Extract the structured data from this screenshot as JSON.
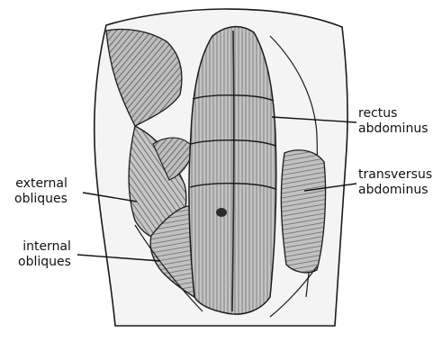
{
  "labels": {
    "rectus": {
      "line1": "rectus",
      "line2": "abdominus"
    },
    "transversus": {
      "line1": "transversus",
      "line2": "abdominus"
    },
    "external": {
      "line1": "external",
      "line2": "obliques"
    },
    "internal": {
      "line1": "internal",
      "line2": "obliques"
    }
  },
  "colors": {
    "outline": "#1a1a1a",
    "muscle_fill": "#bcbcbc",
    "muscle_dark": "#7a7a7a",
    "skin": "#f3f3f3",
    "fascia": "#dcdcdc"
  }
}
